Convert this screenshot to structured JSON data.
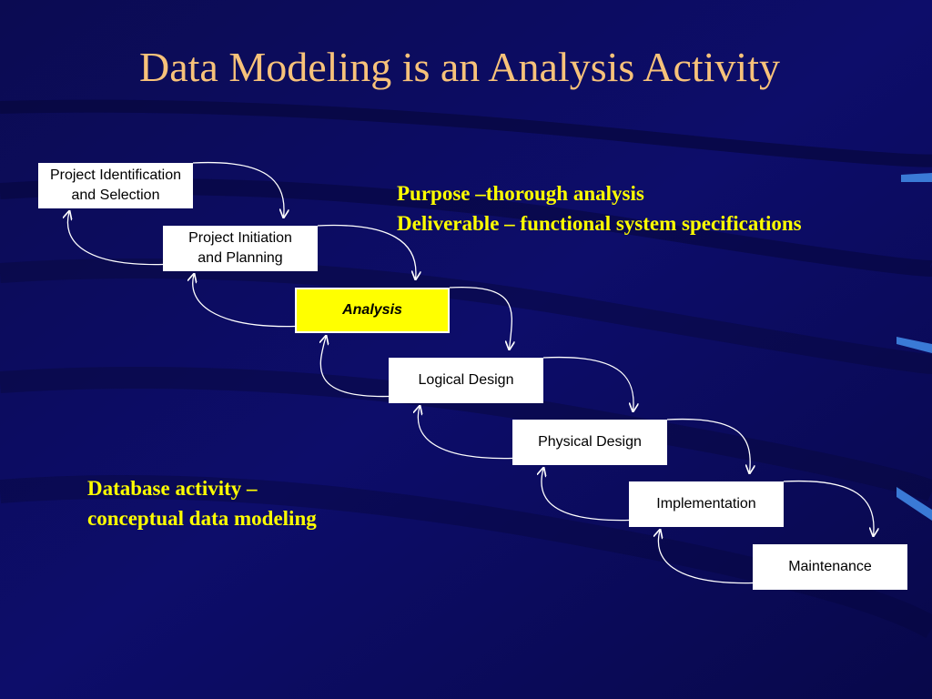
{
  "slide": {
    "title": "Data Modeling is an Analysis Activity",
    "purpose_line1": "Purpose –thorough analysis",
    "purpose_line2": "Deliverable – functional system specifications",
    "database_line1": "Database activity –",
    "database_line2": "conceptual data modeling"
  },
  "phases": [
    {
      "label": "Project Identification\nand Selection",
      "active": false
    },
    {
      "label": "Project Initiation\nand Planning",
      "active": false
    },
    {
      "label": "Analysis",
      "active": true
    },
    {
      "label": "Logical Design",
      "active": false
    },
    {
      "label": "Physical Design",
      "active": false
    },
    {
      "label": "Implementation",
      "active": false
    },
    {
      "label": "Maintenance",
      "active": false
    }
  ],
  "colors": {
    "background": "#0a0a5e",
    "title": "#f7c27a",
    "highlight": "#ffff00",
    "box": "#ffffff"
  }
}
